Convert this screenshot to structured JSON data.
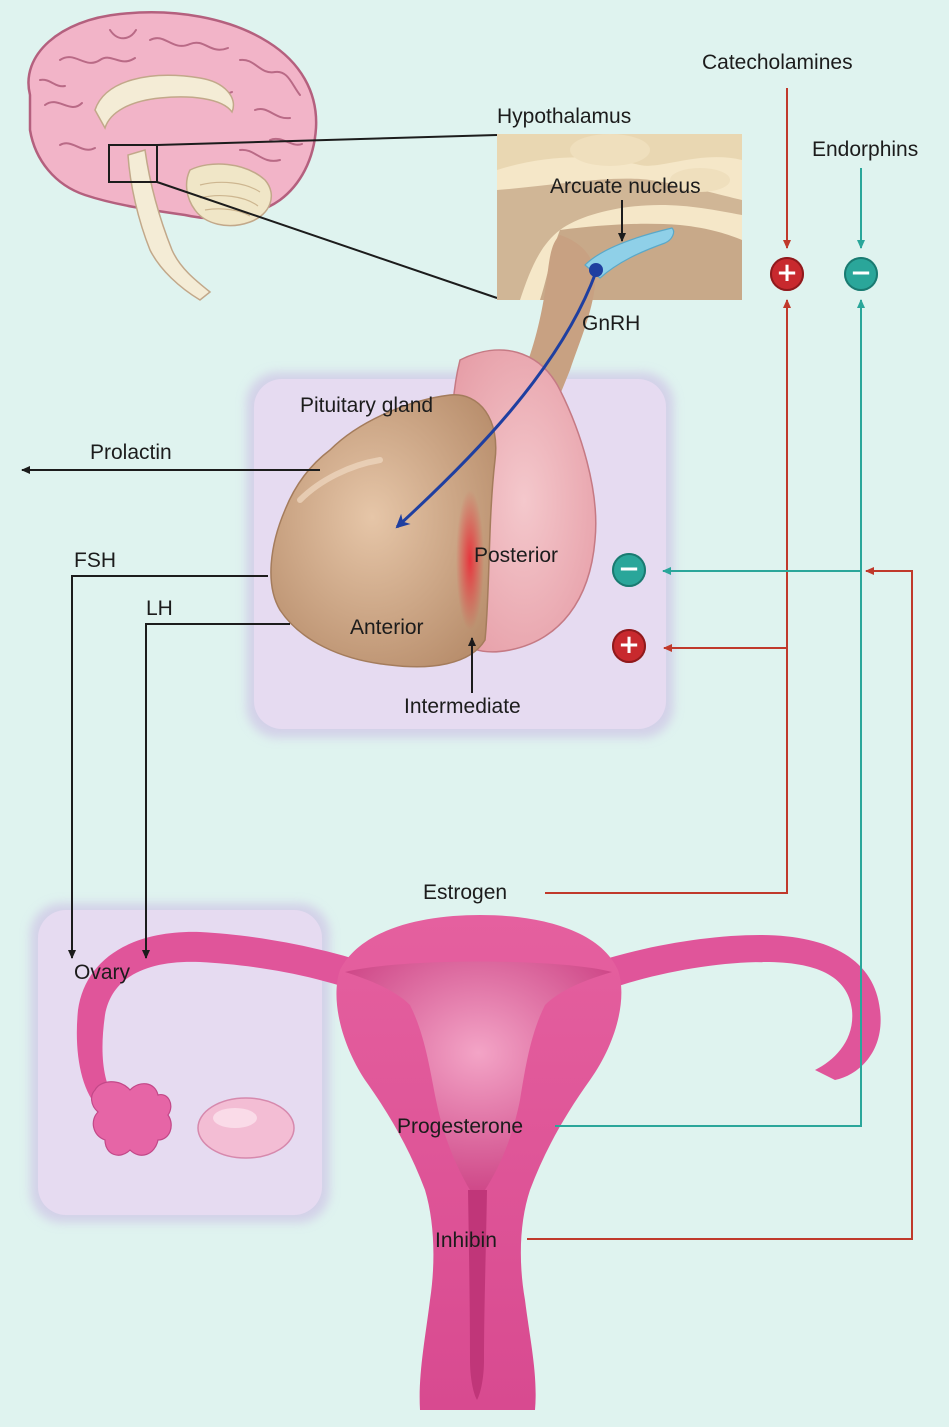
{
  "labels": {
    "catecholamines": "Catecholamines",
    "endorphins": "Endorphins",
    "hypothalamus": "Hypothalamus",
    "arcuate_nucleus": "Arcuate nucleus",
    "gnrh": "GnRH",
    "pituitary_gland": "Pituitary gland",
    "prolactin": "Prolactin",
    "fsh": "FSH",
    "lh": "LH",
    "posterior": "Posterior",
    "anterior": "Anterior",
    "intermediate": "Intermediate",
    "estrogen": "Estrogen",
    "ovary": "Ovary",
    "progesterone": "Progesterone",
    "inhibin": "Inhibin"
  },
  "signs": {
    "catecholamines_effect": "+",
    "endorphins_effect": "−",
    "pituitary_negative": "−",
    "pituitary_positive": "+"
  },
  "colors": {
    "background": "#dff3ef",
    "stimulatory": "#c0392b",
    "inhibitory": "#2aa69a",
    "hormone_arrow": "#1c1c1c",
    "gnrh_arrow": "#1f3fa0",
    "panel": "#e6dbf1",
    "tissue_pink": "#e0559a",
    "pituitary_tan": "#d4ad8d"
  },
  "icons": {
    "brain": "brain-sagittal-illustration",
    "uterus": "uterus-illustration",
    "pituitary": "pituitary-gland-illustration"
  }
}
